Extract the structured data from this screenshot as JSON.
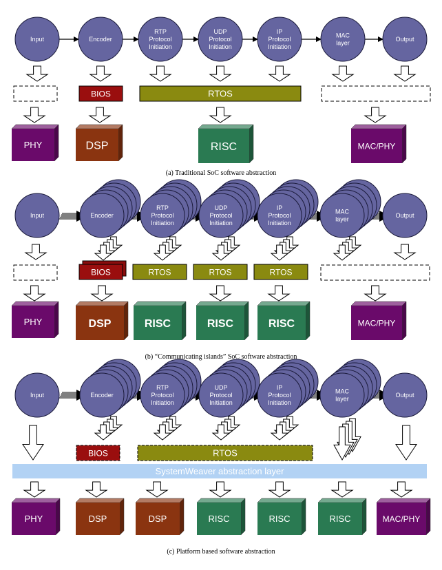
{
  "node_labels": {
    "input": "Input",
    "encoder": "Encoder",
    "rtp": [
      "RTP",
      "Protocol",
      "Initiation"
    ],
    "udp": [
      "UDP",
      "Protocol",
      "Initiation"
    ],
    "ip": [
      "IP",
      "Protocol",
      "Initiation"
    ],
    "mac": [
      "MAC",
      "layer"
    ],
    "output": "Output"
  },
  "software": {
    "bios": "BIOS",
    "rtos": "RTOS",
    "abstraction_layer": "SystemWeaver abstraction layer"
  },
  "hardware": {
    "phy": "PHY",
    "dsp": "DSP",
    "risc": "RISC",
    "macphy": "MAC/PHY"
  },
  "captions": {
    "a": "(a) Traditional SoC software abstraction",
    "b": "(b) “Communicating islands” SoC software abstraction",
    "c": "(c) Platform based software abstraction"
  },
  "colors": {
    "node": "#6565a0",
    "bios": "#9a0e0e",
    "rtos": "#8a8a10",
    "phy": "#6a0a6a",
    "dsp": "#8a3410",
    "risc": "#2a7a52",
    "abstraction_layer": "#b2d2f4"
  }
}
